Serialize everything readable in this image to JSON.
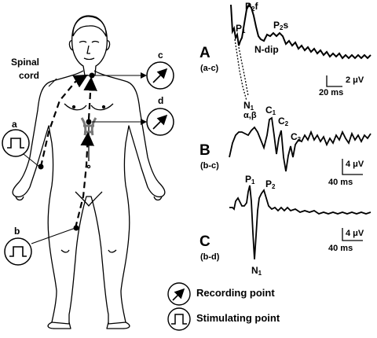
{
  "labels": {
    "spinal_cord_line1": "Spinal",
    "spinal_cord_line2": "cord",
    "site_a": "a",
    "site_b": "b",
    "site_c": "c",
    "site_d": "d"
  },
  "panels": [
    {
      "letter": "A",
      "path": "(a-c)",
      "scale_amp": "2 μV",
      "scale_time": "20 ms"
    },
    {
      "letter": "B",
      "path": "(b-c)",
      "scale_amp": "4 μV",
      "scale_time": "40 ms"
    },
    {
      "letter": "C",
      "path": "(b-d)",
      "scale_amp": "4 μV",
      "scale_time": "40 ms"
    }
  ],
  "peaks": {
    "p2f": {
      "main": "P",
      "sub": "2",
      "tail": "f"
    },
    "p1a": {
      "main": "P",
      "sub": "1",
      "tail": ""
    },
    "p2s": {
      "main": "P",
      "sub": "2",
      "tail": "s"
    },
    "ndip": {
      "main": "N-dip",
      "sub": "",
      "tail": ""
    },
    "n1a": {
      "main": "N",
      "sub": "1",
      "tail": ""
    },
    "ab": {
      "main": "α,β",
      "sub": "",
      "tail": ""
    },
    "c1": {
      "main": "C",
      "sub": "1",
      "tail": ""
    },
    "c2": {
      "main": "C",
      "sub": "2",
      "tail": ""
    },
    "c3": {
      "main": "C",
      "sub": "3",
      "tail": ""
    },
    "p1c": {
      "main": "P",
      "sub": "1",
      "tail": ""
    },
    "p2c": {
      "main": "P",
      "sub": "2",
      "tail": ""
    },
    "n1c": {
      "main": "N",
      "sub": "1",
      "tail": ""
    }
  },
  "legend": {
    "recording": "Recording point",
    "stimulating": "Stimulating point"
  }
}
